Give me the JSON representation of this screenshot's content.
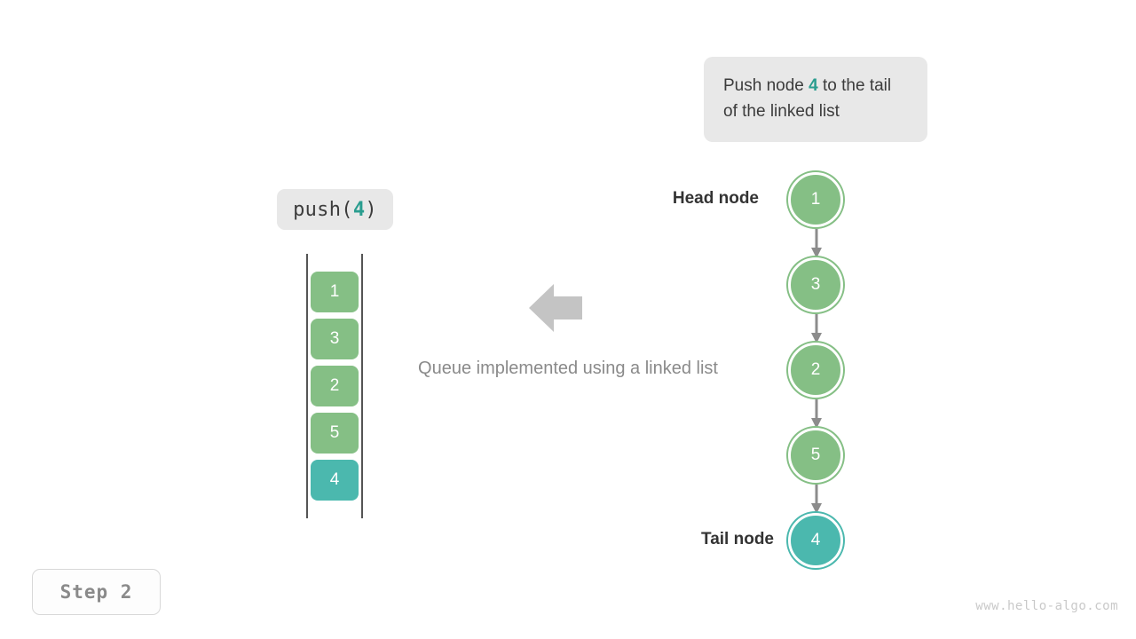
{
  "callout": {
    "prefix": "Push node ",
    "highlight": "4",
    "suffix": " to the tail of the linked list"
  },
  "operation": {
    "name": "push(",
    "argument": "4",
    "close": ")"
  },
  "queue_view": {
    "title": "queue-array-cells",
    "cells": [
      {
        "value": "1",
        "color": "green"
      },
      {
        "value": "3",
        "color": "green"
      },
      {
        "value": "2",
        "color": "green"
      },
      {
        "value": "5",
        "color": "green"
      },
      {
        "value": "4",
        "color": "teal"
      }
    ]
  },
  "caption": "Queue implemented using a linked list",
  "linked_list": {
    "nodes": [
      {
        "value": "1",
        "color": "green"
      },
      {
        "value": "3",
        "color": "green"
      },
      {
        "value": "2",
        "color": "green"
      },
      {
        "value": "5",
        "color": "green"
      },
      {
        "value": "4",
        "color": "teal"
      }
    ],
    "head_label": "Head node",
    "tail_label": "Tail node"
  },
  "step_badge": "Step  2",
  "watermark": "www.hello-algo.com",
  "colors": {
    "green": "#85bf85",
    "teal": "#4bb8ae",
    "accent_text": "#2a9d8f",
    "arrow_gray": "#8c8c8c",
    "big_arrow_gray": "#c4c4c4",
    "box_bg": "#e8e8e8",
    "caption_gray": "#8a8a8a",
    "background": "#ffffff"
  }
}
